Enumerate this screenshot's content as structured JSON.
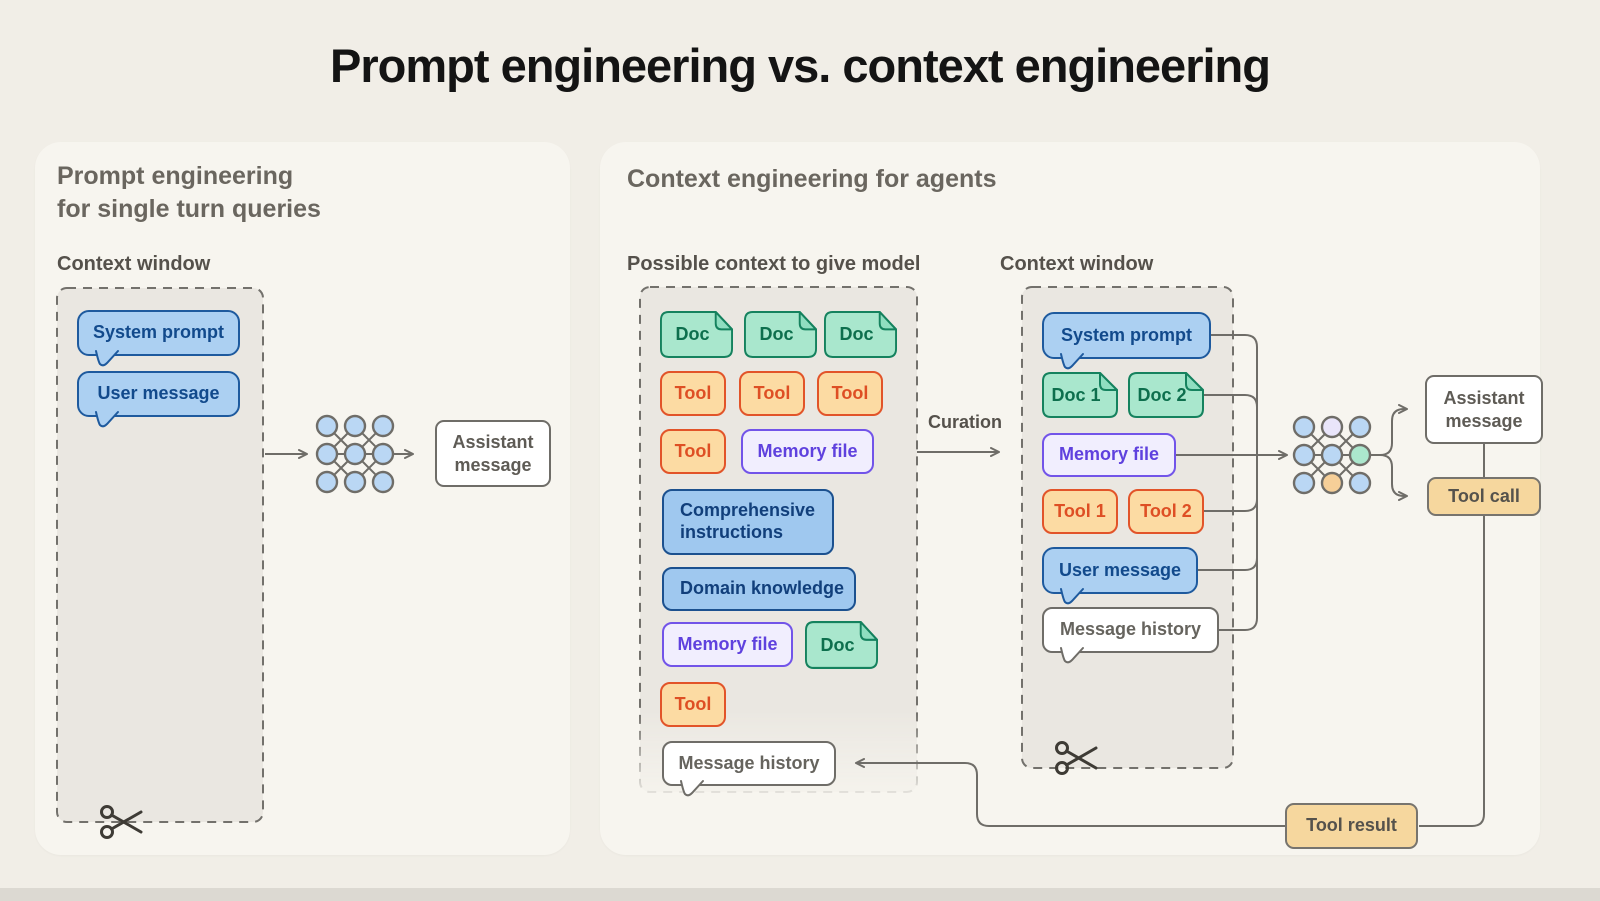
{
  "title": "Prompt engineering vs. context engineering",
  "left_panel": {
    "header_line1": "Prompt engineering",
    "header_line2": "for single turn queries",
    "context_window_label": "Context window",
    "system_prompt": "System prompt",
    "user_message": "User message",
    "assistant_message": "Assistant message"
  },
  "right_panel": {
    "header": "Context engineering for agents",
    "possible_context_label": "Possible context to give model",
    "context_window_label": "Context window",
    "curation_label": "Curation",
    "possible_context_items": {
      "doc_a": "Doc",
      "doc_b": "Doc",
      "doc_c": "Doc",
      "tool_a": "Tool",
      "tool_b": "Tool",
      "tool_c": "Tool",
      "tool_d": "Tool",
      "memory_file_a": "Memory file",
      "comprehensive_instructions": "Comprehensive instructions",
      "domain_knowledge": "Domain knowledge",
      "memory_file_b": "Memory file",
      "doc_d": "Doc",
      "tool_e": "Tool",
      "message_history": "Message history"
    },
    "context_window_items": {
      "system_prompt": "System prompt",
      "doc_1": "Doc 1",
      "doc_2": "Doc 2",
      "memory_file": "Memory file",
      "tool_1": "Tool 1",
      "tool_2": "Tool 2",
      "user_message": "User message",
      "message_history": "Message history"
    },
    "assistant_message": "Assistant message",
    "tool_call": "Tool call",
    "tool_result": "Tool result"
  },
  "icons": {
    "model": "neural-network-grid",
    "context_trim": "scissors"
  },
  "palette": {
    "background": "#F1EEE7",
    "panel": "#F7F5EF",
    "dashed_box_fill": "#EAE7E1",
    "line": "#6F6D68",
    "blue_fill": "#ACD0F2",
    "blue_border": "#1E5A9E",
    "blue_text": "#124A8C",
    "green_fill": "#A9E7CD",
    "green_border": "#15825E",
    "green_text": "#0D6F4D",
    "orange_fill": "#FCDBA3",
    "orange_border": "#E25429",
    "orange_text": "#DE4F24",
    "purple_fill": "#F1EEFE",
    "purple_border": "#7254E9",
    "purple_text": "#5F41DE",
    "tan_fill": "#F6D79E",
    "network_node_blue": "#BAD7F4",
    "network_node_purple": "#E9E5FA",
    "network_node_green": "#ABE7CD",
    "network_node_orange": "#F6CF98"
  }
}
